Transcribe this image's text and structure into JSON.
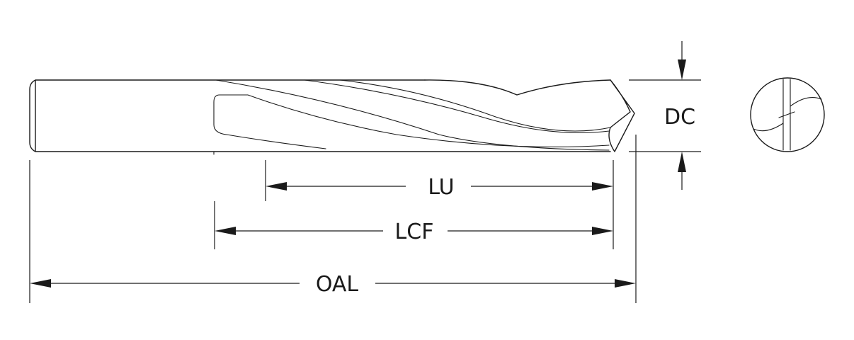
{
  "labels": {
    "lu": "LU",
    "lcf": "LCF",
    "oal": "OAL",
    "dc": "DC"
  },
  "colors": {
    "line": "#1a1a1a",
    "background": "#ffffff"
  }
}
